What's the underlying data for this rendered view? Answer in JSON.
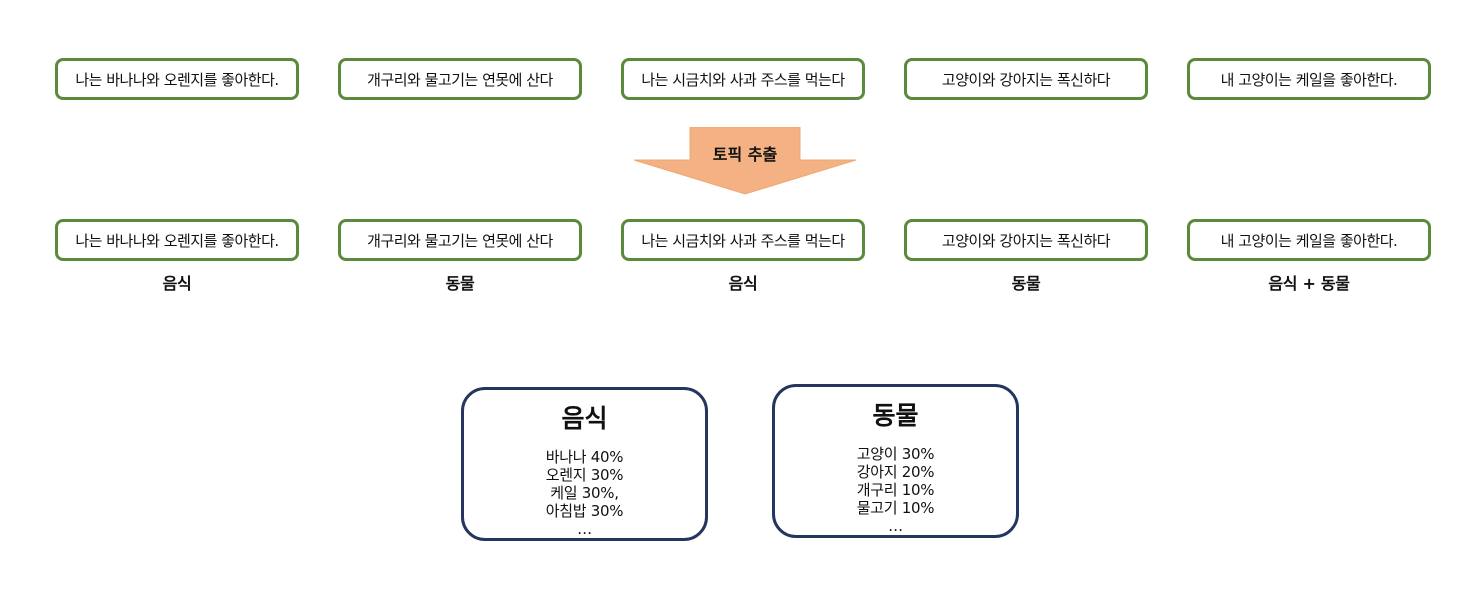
{
  "input_sentences": [
    "나는 바나나와 오렌지를 좋아한다.",
    "개구리와 물고기는 연못에 산다",
    "나는 시금치와 사과 주스를 먹는다",
    "고양이와 강아지는 폭신하다",
    "내 고양이는 케일을 좋아한다."
  ],
  "arrow": {
    "label": "토픽 추출",
    "color": "#f4b183"
  },
  "classified": [
    {
      "sentence": "나는 바나나와 오렌지를 좋아한다.",
      "topic": "음식"
    },
    {
      "sentence": "개구리와 물고기는 연못에 산다",
      "topic": "동물"
    },
    {
      "sentence": "나는 시금치와 사과 주스를 먹는다",
      "topic": "음식"
    },
    {
      "sentence": "고양이와 강아지는 폭신하다",
      "topic": "동물"
    },
    {
      "sentence": "내 고양이는 케일을 좋아한다.",
      "topic": "음식 + 동물"
    }
  ],
  "topics": [
    {
      "title": "음식",
      "items": [
        "바나나 40%",
        "오렌지 30%",
        "케일 30%,",
        "아침밥 30%",
        "…"
      ]
    },
    {
      "title": "동물",
      "items": [
        "고양이 30%",
        "강아지 20%",
        "개구리 10%",
        "물고기 10%",
        "…"
      ]
    }
  ],
  "colors": {
    "sentence_border": "#5b8a3c",
    "topic_border": "#24355e"
  }
}
